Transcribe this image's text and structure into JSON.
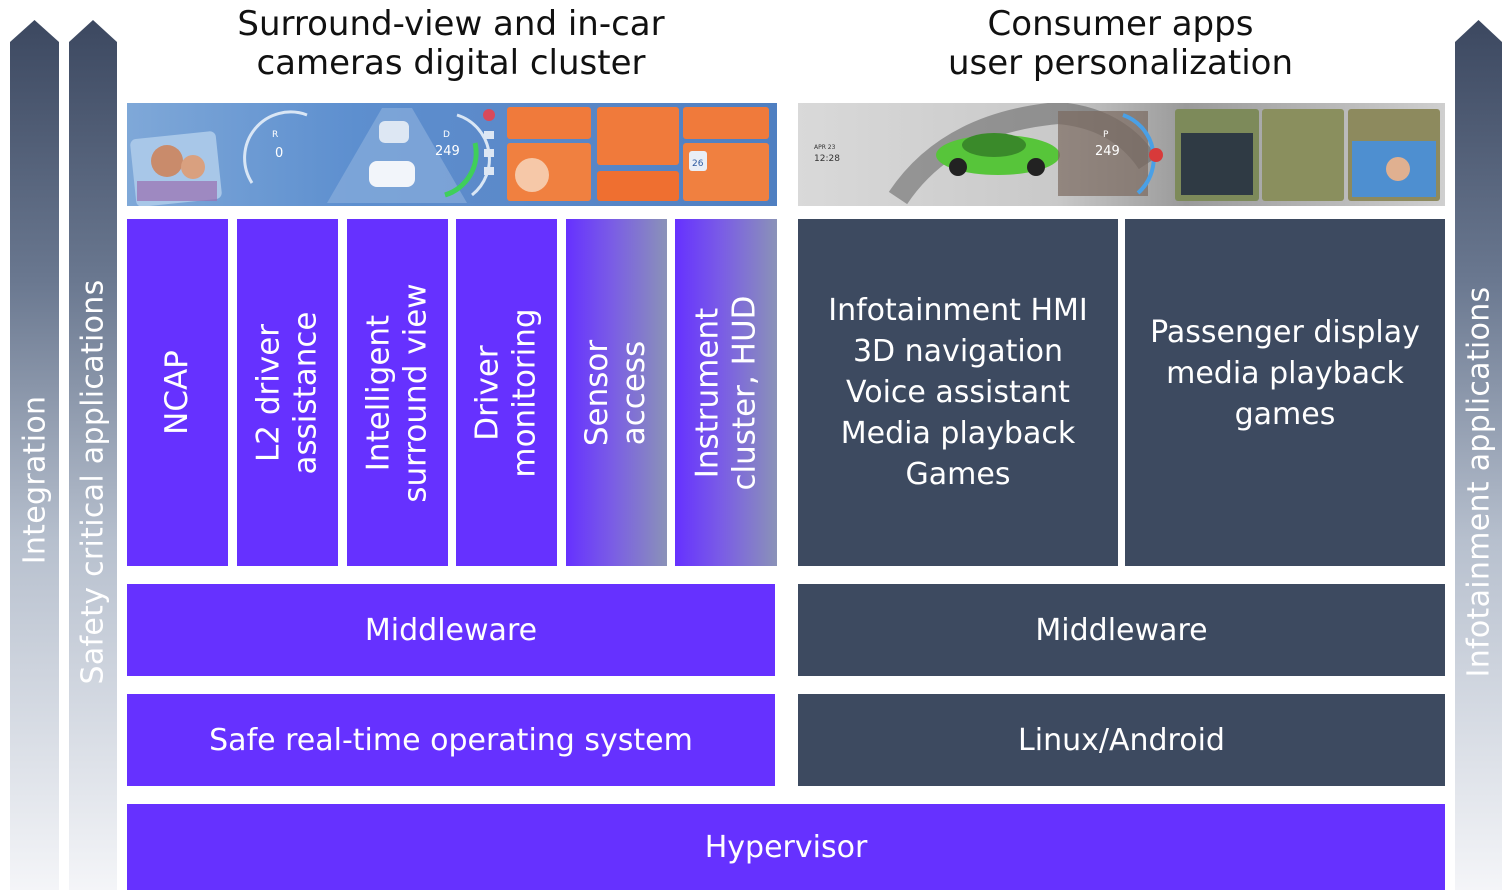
{
  "side_labels": {
    "integration": "Integration",
    "safety": "Safety critical applications",
    "infotainment": "Infotainment applications"
  },
  "headings": {
    "left": "Surround-view and in-car\ncameras digital cluster",
    "right": "Consumer apps\nuser personalization"
  },
  "safety_columns": [
    "NCAP",
    "L2 driver\nassistance",
    "Intelligent\nsurround view",
    "Driver\nmonitoring",
    "Sensor\naccess",
    "Instrument\ncluster, HUD"
  ],
  "infotainment_boxes": {
    "hmi": "Infotainment HMI\n3D navigation\nVoice assistant\nMedia playback\nGames",
    "passenger": "Passenger display\nmedia playback\ngames"
  },
  "layers": {
    "left_middleware": "Middleware",
    "right_middleware": "Middleware",
    "left_os": "Safe real-time operating system",
    "right_os": "Linux/Android",
    "hypervisor": "Hypervisor"
  },
  "screen_left": {
    "speed": "0",
    "range": "249",
    "gear_left": "R",
    "gear_right": "D",
    "calendar_day": "26"
  },
  "screen_right": {
    "range": "249",
    "gear": "P",
    "date": "APR 23",
    "time": "12:28"
  },
  "colors": {
    "purple": "#6631ff",
    "slate": "#3d4a60"
  }
}
